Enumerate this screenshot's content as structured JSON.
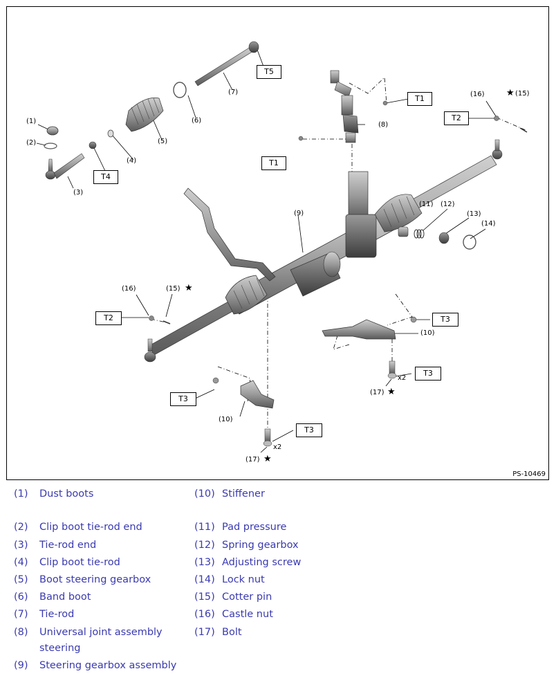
{
  "diagram": {
    "figure_id": "PS-10469",
    "callouts": [
      "(1)",
      "(2)",
      "(3)",
      "(4)",
      "(5)",
      "(6)",
      "(7)",
      "(8)",
      "(9)",
      "(10)",
      "(10)",
      "(11)",
      "(12)",
      "(13)",
      "(14)",
      "(15)",
      "(15)",
      "(16)",
      "(16)",
      "(17)",
      "(17)"
    ],
    "torque_labels": [
      "T5",
      "T1",
      "T1",
      "T2",
      "T4",
      "T2",
      "T3",
      "T3",
      "T3",
      "T3"
    ],
    "multiplier": "x2",
    "star_symbol": "★"
  },
  "legend": {
    "left": [
      {
        "num": "(1)",
        "text": "Dust boots"
      },
      {
        "num": "(2)",
        "text": "Clip boot tie-rod end"
      },
      {
        "num": "(3)",
        "text": "Tie-rod end"
      },
      {
        "num": "(4)",
        "text": "Clip boot tie-rod"
      },
      {
        "num": "(5)",
        "text": "Boot steering gearbox"
      },
      {
        "num": "(6)",
        "text": "Band boot"
      },
      {
        "num": "(7)",
        "text": "Tie-rod"
      },
      {
        "num": "(8)",
        "text": "Universal joint assembly steering"
      },
      {
        "num": "(9)",
        "text": "Steering gearbox assembly"
      }
    ],
    "right": [
      {
        "num": "(10)",
        "text": "Stiffener"
      },
      {
        "num": "(11)",
        "text": "Pad pressure"
      },
      {
        "num": "(12)",
        "text": "Spring gearbox"
      },
      {
        "num": "(13)",
        "text": "Adjusting screw"
      },
      {
        "num": "(14)",
        "text": "Lock nut"
      },
      {
        "num": "(15)",
        "text": "Cotter pin"
      },
      {
        "num": "(16)",
        "text": "Castle nut"
      },
      {
        "num": "(17)",
        "text": "Bolt"
      }
    ]
  }
}
